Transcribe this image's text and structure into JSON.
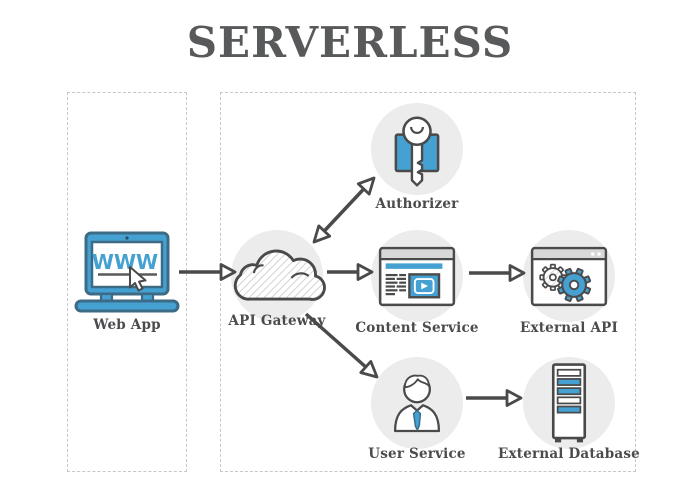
{
  "title": "SERVERLESS",
  "icon_text": {
    "www": "WWW"
  },
  "colors": {
    "accent_blue": "#45a1d2",
    "outline_dark": "#4a4a4a",
    "laptop_outline": "#3d6a85",
    "circle_background": "#ececec",
    "dashed_border": "#c7c7c7",
    "title_text": "#58595b",
    "label_text": "#4a4b4d",
    "titlebar_gray": "#d8d8d8"
  },
  "nodes": {
    "web_app": {
      "label": "Web App",
      "icon": "laptop-www-icon"
    },
    "api_gateway": {
      "label": "API Gateway",
      "icon": "cloud-icon"
    },
    "authorizer": {
      "label": "Authorizer",
      "icon": "key-icon"
    },
    "content_service": {
      "label": "Content Service",
      "icon": "browser-video-icon"
    },
    "external_api": {
      "label": "External API",
      "icon": "window-gears-icon"
    },
    "user_service": {
      "label": "User Service",
      "icon": "person-tie-icon"
    },
    "external_database": {
      "label": "External Database",
      "icon": "server-tower-icon"
    }
  },
  "connections": [
    {
      "from": "Web App",
      "to": "API Gateway",
      "bidirectional": false
    },
    {
      "from": "API Gateway",
      "to": "Authorizer",
      "bidirectional": true
    },
    {
      "from": "API Gateway",
      "to": "Content Service",
      "bidirectional": false
    },
    {
      "from": "API Gateway",
      "to": "User Service",
      "bidirectional": false
    },
    {
      "from": "Content Service",
      "to": "External API",
      "bidirectional": false
    },
    {
      "from": "User Service",
      "to": "External Database",
      "bidirectional": false
    }
  ]
}
